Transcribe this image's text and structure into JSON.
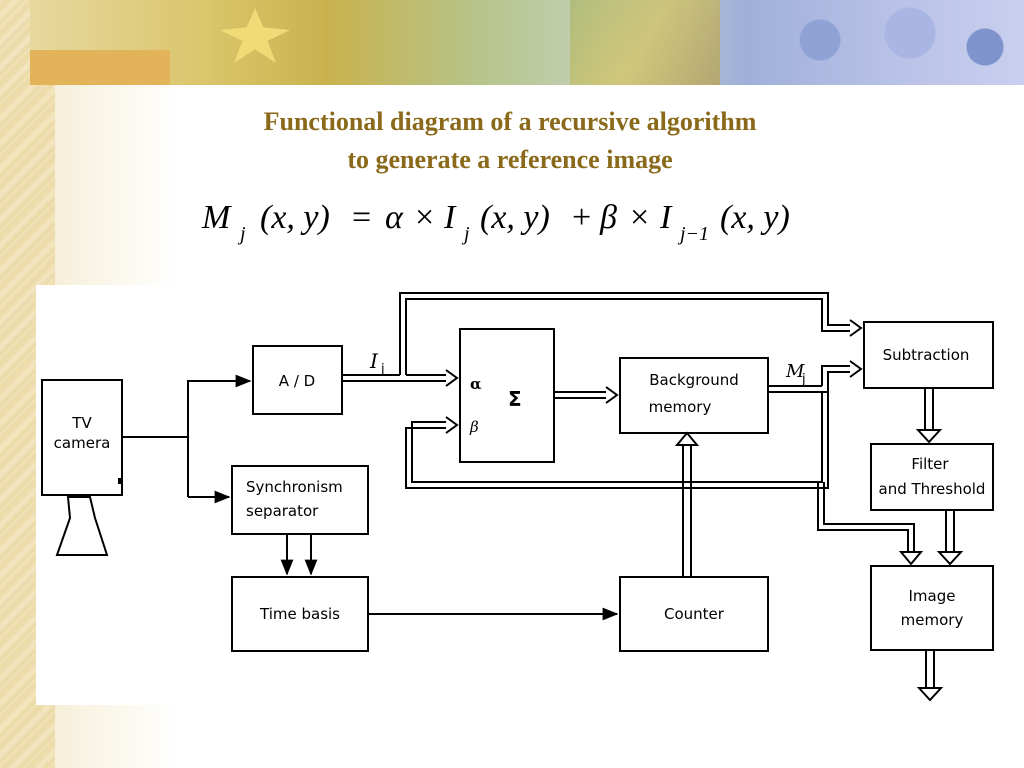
{
  "title": {
    "line1": "Functional diagram of a recursive algorithm",
    "line2": "to generate a reference image"
  },
  "formula": {
    "M": "M",
    "j": "j",
    "xy": "(x, y)",
    "eq": "=",
    "alpha": "α",
    "times": "×",
    "I": "I",
    "plus": "+",
    "beta": "β",
    "jm1": "j−1"
  },
  "blocks": {
    "tv_camera": [
      "TV",
      "camera"
    ],
    "ad": "A / D",
    "sync": [
      "Synchronism",
      "separator"
    ],
    "time_basis": "Time basis",
    "sum": {
      "alpha": "α",
      "beta": "β",
      "sigma": "Σ"
    },
    "background_memory": [
      "Background",
      "memory"
    ],
    "counter": "Counter",
    "subtraction": "Subtraction",
    "filter": [
      "Filter",
      "and Threshold"
    ],
    "image_memory": [
      "Image",
      "memory"
    ]
  },
  "signals": {
    "ij": "I",
    "ij_sub": "j",
    "mj": "M",
    "mj_sub": "j"
  }
}
